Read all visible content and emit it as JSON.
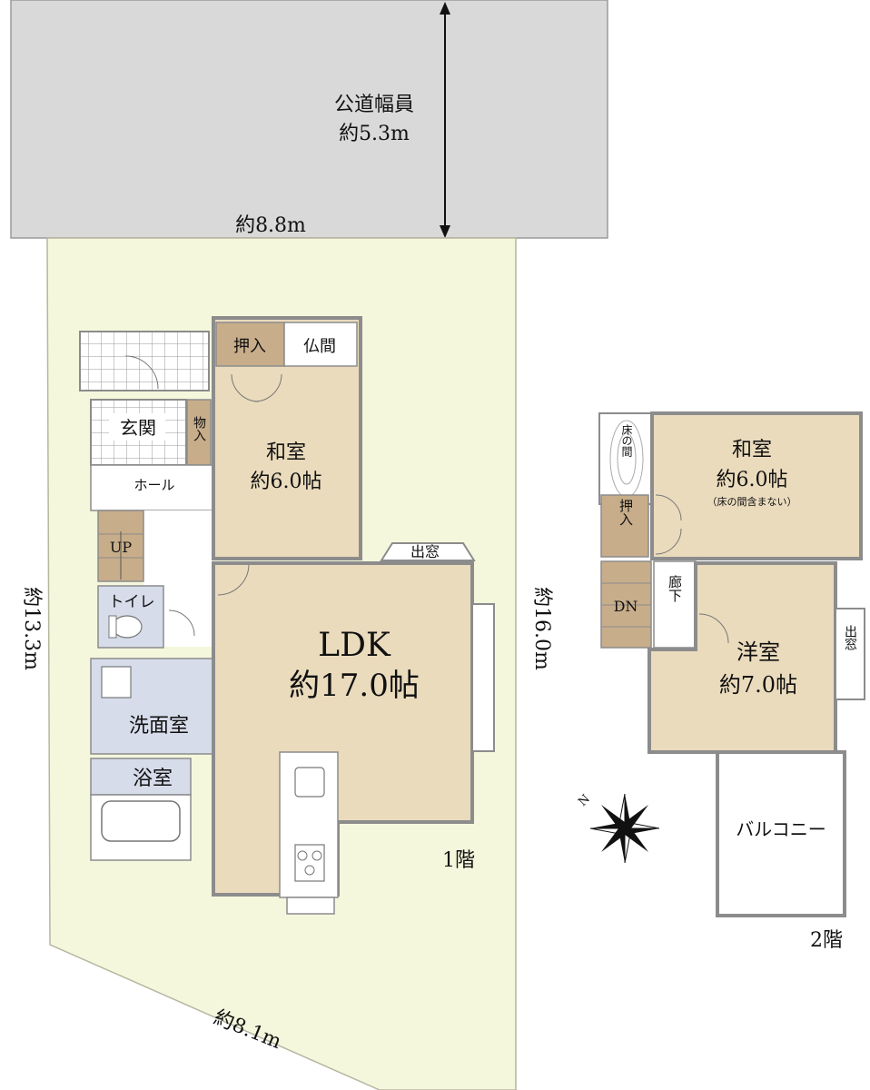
{
  "road": {
    "name": "公道幅員",
    "width": "約5.3m"
  },
  "site": {
    "top": "約8.8m",
    "bottom": "約8.1m",
    "left": "約13.3m",
    "right": "約16.0m"
  },
  "floor1": {
    "label": "1階",
    "rooms": {
      "oshiire": "押入",
      "butsuma": "仏間",
      "washitsu": "和室",
      "washitsu_size": "約6.0帖",
      "genkan": "玄関",
      "mono": "物入",
      "hall": "ホール",
      "up": "UP",
      "toilet": "トイレ",
      "ldk": "LDK",
      "ldk_size": "約17.0帖",
      "demado": "出窓",
      "senmen": "洗面室",
      "yokushitsu": "浴室"
    }
  },
  "floor2": {
    "label": "2階",
    "rooms": {
      "tokonoma": "床の間",
      "washitsu": "和室",
      "washitsu_size": "約6.0帖",
      "washitsu_note": "（床の間含まない）",
      "oshiire": "押入",
      "dn": "DN",
      "rouka": "廊下",
      "youshitsu": "洋室",
      "youshitsu_size": "約7.0帖",
      "demado": "出窓",
      "balcony": "バルコニー"
    }
  },
  "compass": {
    "north": "N"
  },
  "colors": {
    "road": "#d9d9d9",
    "site": "#f4f7dc",
    "room": "#eadbbd",
    "closet": "#c8ad8a",
    "wet": "#d6dcea",
    "wall": "#8c8c8c"
  }
}
